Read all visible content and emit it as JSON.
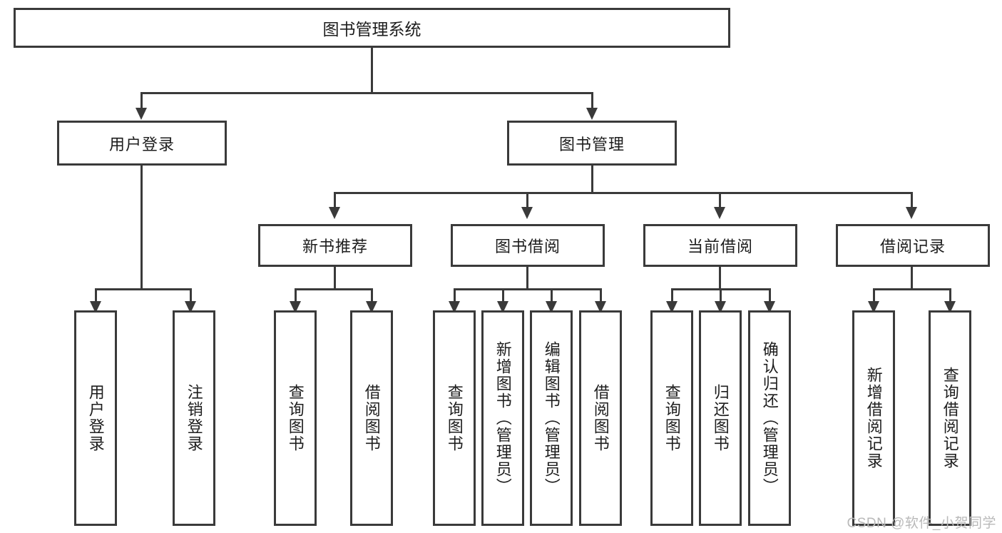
{
  "diagram": {
    "title": "图书管理系统",
    "root": {
      "label": "图书管理系统"
    },
    "level2": [
      {
        "label": "用户登录"
      },
      {
        "label": "图书管理"
      }
    ],
    "level3": [
      {
        "label": "新书推荐"
      },
      {
        "label": "图书借阅"
      },
      {
        "label": "当前借阅"
      },
      {
        "label": "借阅记录"
      }
    ],
    "leaves": {
      "user_login": [
        {
          "label": "用户登录"
        },
        {
          "label": "注销登录"
        }
      ],
      "new_book": [
        {
          "label": "查询图书"
        },
        {
          "label": "借阅图书"
        }
      ],
      "book_borrow": [
        {
          "label": "查询图书"
        },
        {
          "label": "新增图书（管理员）"
        },
        {
          "label": "编辑图书（管理员）"
        },
        {
          "label": "借阅图书"
        }
      ],
      "current_borrow": [
        {
          "label": "查询图书"
        },
        {
          "label": "归还图书"
        },
        {
          "label": "确认归还（管理员）"
        }
      ],
      "borrow_record": [
        {
          "label": "新增借阅记录"
        },
        {
          "label": "查询借阅记录"
        }
      ]
    }
  },
  "watermark": {
    "text": "CSDN @软件_小贺同学"
  },
  "colors": {
    "stroke": "#3a3a3a",
    "text": "#1d1d1d",
    "background": "#ffffff",
    "watermark": "#b9b9b9"
  }
}
